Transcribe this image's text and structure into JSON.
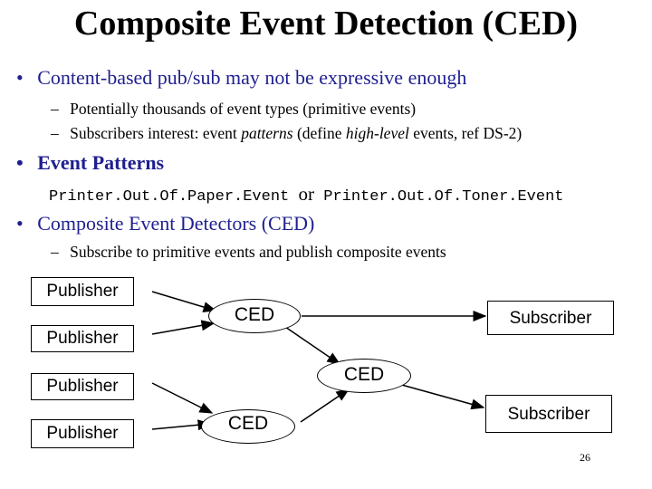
{
  "title": "Composite Event Detection (CED)",
  "bullets": {
    "b1": "Content-based pub/sub may not be expressive enough",
    "b1_sub1": "Potentially thousands of event types (primitive events)",
    "b1_sub2_pre": "Subscribers interest: event ",
    "b1_sub2_patterns": "patterns",
    "b1_sub2_mid": " (define ",
    "b1_sub2_highlevel": "high-level",
    "b1_sub2_post": " events,  ref DS-2)",
    "b2": "Event Patterns",
    "pattern_left": "Printer.Out.Of.Paper.Event",
    "pattern_or": "or",
    "pattern_right": "Printer.Out.Of.Toner.Event",
    "b3_c": "C",
    "b3_omposite": "omposite ",
    "b3_e": "E",
    "b3_vent": "vent ",
    "b3_d": "D",
    "b3_etectors": "etectors (CED)",
    "b3_sub1": "Subscribe to primitive events and publish composite events",
    "bullet_dot": "•",
    "dash": "–"
  },
  "diagram": {
    "publisher": "Publisher",
    "subscriber": "Subscriber",
    "ced": "CED"
  },
  "page_number": "26"
}
